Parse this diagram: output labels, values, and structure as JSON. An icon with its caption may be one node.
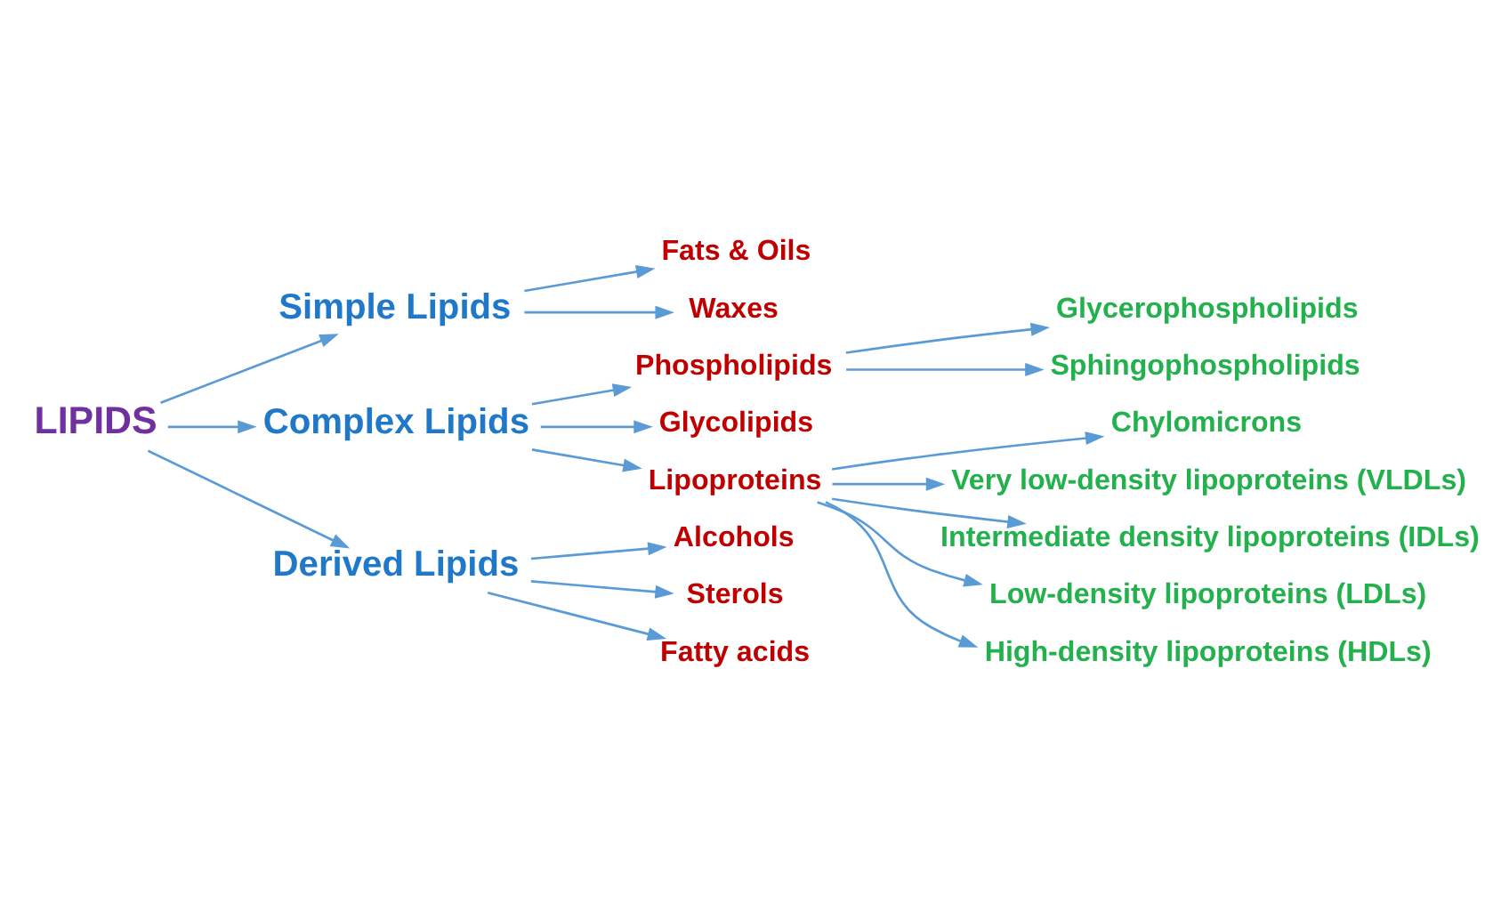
{
  "diagram": {
    "nodes": [
      {
        "text": [
          "LIPIDS"
        ]
      },
      {
        "text": [
          "Simple Lipids"
        ]
      },
      {
        "text": [
          "Complex Lipids"
        ]
      },
      {
        "text": [
          "Derived Lipids"
        ]
      },
      {
        "text": [
          "Fats & Oils"
        ]
      },
      {
        "text": [
          "Waxes"
        ]
      },
      {
        "text": [
          "Phospholipids"
        ]
      },
      {
        "text": [
          "Glycerophospholipids"
        ]
      },
      {
        "text": [
          "Sphingophospholipids"
        ]
      },
      {
        "text": [
          "Glycolipids"
        ]
      },
      {
        "text": [
          "Lipoproteins"
        ]
      },
      {
        "text": [
          "Chylomicrons"
        ]
      },
      {
        "text": [
          "Very low-density lipoproteins (VLDLs)"
        ]
      },
      {
        "text": [
          "Intermediate density lipoproteins (IDLs)"
        ]
      },
      {
        "text": [
          "Low-density lipoproteins (LDLs)"
        ]
      },
      {
        "text": [
          "High-density lipoproteins (HDLs)"
        ]
      },
      {
        "text": [
          "Alcohols"
        ]
      },
      {
        "text": [
          "Sterols"
        ]
      },
      {
        "text": [
          "Fatty acids"
        ]
      }
    ],
    "edges": [
      {
        "from": 0,
        "to": 1,
        "arrow": "to"
      },
      {
        "from": 0,
        "to": 2,
        "arrow": "to"
      },
      {
        "from": 0,
        "to": 3,
        "arrow": "to"
      },
      {
        "from": 1,
        "to": 4,
        "arrow": "to"
      },
      {
        "from": 1,
        "to": 5,
        "arrow": "to"
      },
      {
        "from": 2,
        "to": 6,
        "arrow": "to"
      },
      {
        "from": 6,
        "to": 7,
        "arrow": "to"
      },
      {
        "from": 6,
        "to": 8,
        "arrow": "to"
      },
      {
        "from": 2,
        "to": 9,
        "arrow": "to"
      },
      {
        "from": 2,
        "to": 10,
        "arrow": "to"
      },
      {
        "from": 10,
        "to": 11,
        "arrow": "to"
      },
      {
        "from": 10,
        "to": 12,
        "arrow": "to"
      },
      {
        "from": 10,
        "to": 13,
        "arrow": "to"
      },
      {
        "from": 10,
        "to": 14,
        "arrow": "to"
      },
      {
        "from": 10,
        "to": 15,
        "arrow": "to"
      },
      {
        "from": 3,
        "to": 16,
        "arrow": "to"
      },
      {
        "from": 3,
        "to": 17,
        "arrow": "to"
      },
      {
        "from": 3,
        "to": 18,
        "arrow": "to"
      }
    ]
  }
}
